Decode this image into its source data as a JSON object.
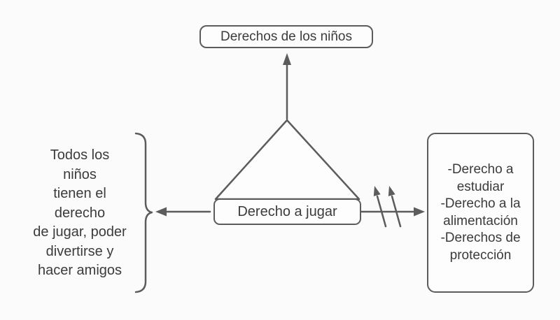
{
  "colors": {
    "line": "#5c5c5c",
    "text": "#3b3b3b",
    "bg": "#fbfbfb",
    "box_bg": "#fdfdfd"
  },
  "diagram": {
    "title_box": {
      "label": "Derechos de los niños"
    },
    "center_box": {
      "label": "Derecho a jugar"
    },
    "left_note": {
      "text": "Todos los\nniños\ntienen el\nderecho\nde jugar, poder\ndivertirse y\nhacer amigos"
    },
    "right_box": {
      "text": "-Derecho a\nestudiar\n-Derecho a la\nalimentación\n-Derechos de\nprotección"
    },
    "shapes": {
      "triangle": "triangle-connector",
      "up_arrow": "arrow-up-icon",
      "left_arrow": "arrow-left-icon",
      "right_arrow": "arrow-right-icon",
      "diagonal_arrows": "double-diagonal-up-arrows-icon",
      "brace": "right-curly-brace-icon"
    }
  }
}
